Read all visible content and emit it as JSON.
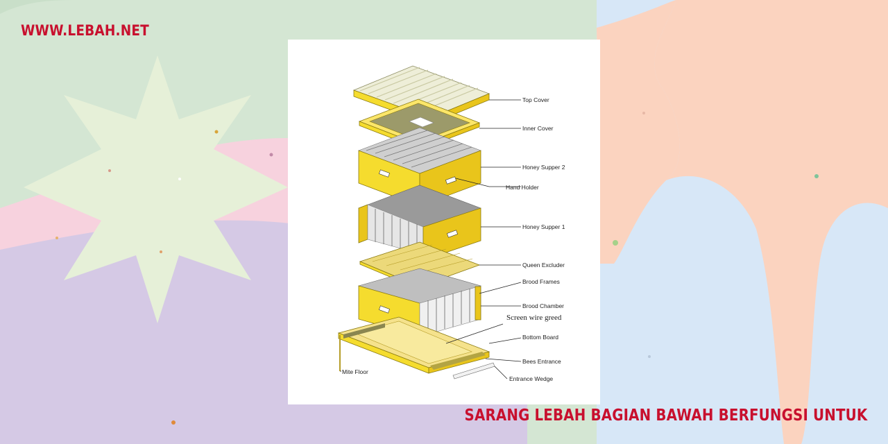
{
  "site": {
    "url": "WWW.LEBAH.NET"
  },
  "title": "SARANG LEBAH BAGIAN BAWAH BERFUNGSI UNTUK",
  "colors": {
    "brand": "#c8102e",
    "hive_yellow": "#f5dc2e",
    "panel": "#ffffff"
  },
  "diagram": {
    "labels": {
      "top_cover": "Top Cover",
      "inner_cover": "Inner Cover",
      "honey_supper_2": "Honey Supper 2",
      "hand_holder": "Hand Holder",
      "honey_supper_1": "Honey Supper 1",
      "queen_excluder": "Queen Excluder",
      "brood_frames": "Brood Frames",
      "brood_chamber": "Brood Chamber",
      "screen_wire": "Screen wire greed",
      "bottom_board": "Bottom Board",
      "bees_entrance": "Bees Entrance",
      "entrance_wedge": "Entrance Wedge",
      "mite_floor": "Mite Floor"
    }
  }
}
